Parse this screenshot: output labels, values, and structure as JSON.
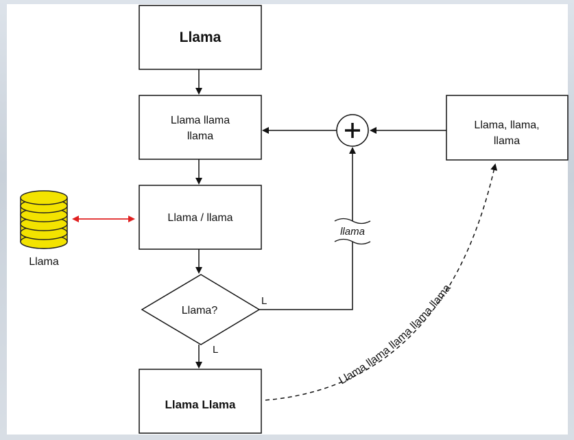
{
  "nodes": {
    "top": "Llama",
    "second_line1": "Llama llama",
    "second_line2": "llama",
    "third": "Llama / llama",
    "decision": "Llama?",
    "bottom": "Llama Llama",
    "right_line1": "Llama, llama,",
    "right_line2": "llama"
  },
  "database": {
    "label": "Llama"
  },
  "edges": {
    "decision_right_label": "L",
    "decision_down_label": "L",
    "break_label": "llama",
    "curve_label": "Llama llama llama llama llama"
  },
  "colors": {
    "database_fill": "#f3e300",
    "arrow_red": "#e02020",
    "stroke": "#111111"
  },
  "icons": {
    "sum": "circled-plus-icon"
  }
}
